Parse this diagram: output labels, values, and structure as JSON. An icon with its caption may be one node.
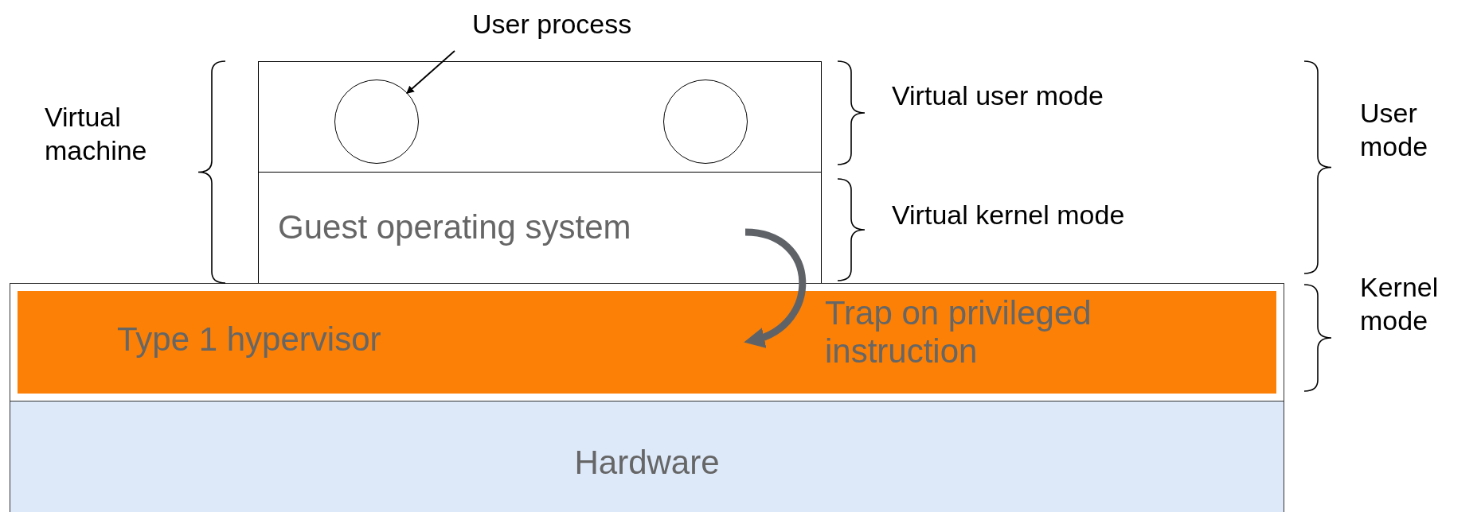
{
  "diagram": {
    "nodes": [
      {
        "text": [
          "User process"
        ]
      },
      {
        "text": [],
        "shape": "box"
      },
      {
        "text": [],
        "shape": "circle",
        "in": 1
      },
      {
        "text": [],
        "shape": "circle",
        "in": 1
      },
      {
        "text": [
          "Guest operating system"
        ]
      },
      {
        "text": [
          "Type 1 hypervisor",
          "Trap on privileged instruction"
        ]
      },
      {
        "text": [
          "Hardware"
        ]
      }
    ],
    "edges": [
      {
        "from": 0,
        "to": 2,
        "arrow": "to"
      },
      {
        "from": 4,
        "to": 5,
        "arrow": "to",
        "style": "thick",
        "color": "#5f6368"
      }
    ],
    "labels": [
      "Virtual machine",
      "Virtual user mode",
      "Virtual kernel mode",
      "User mode",
      "Kernel mode"
    ]
  }
}
